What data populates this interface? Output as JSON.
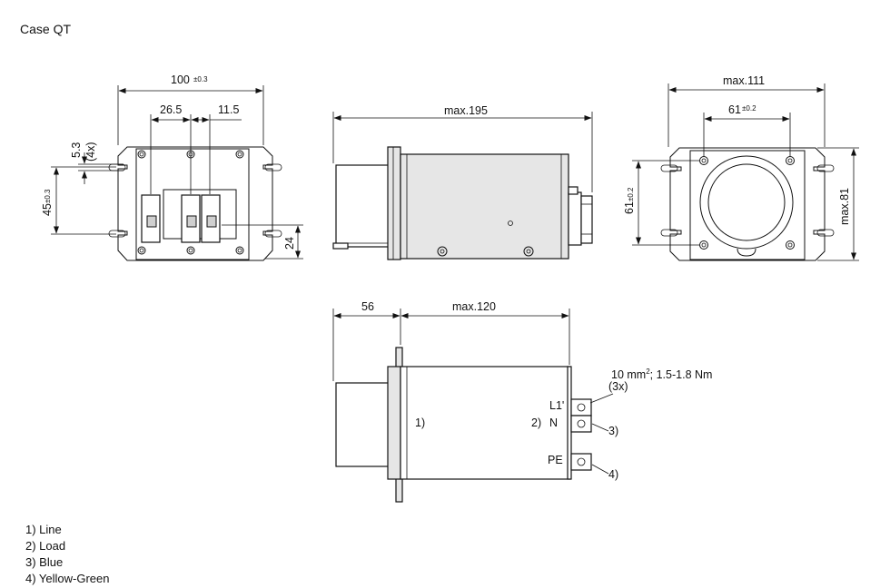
{
  "title": "Case QT",
  "front_view": {
    "width": "100",
    "width_tol": "±0.3",
    "term_spacing_a": "26.5",
    "term_spacing_b": "11.5",
    "slot_width": "5.3",
    "slot_count": "(4x)",
    "hole_pitch": "45",
    "hole_pitch_tol": "±0.3",
    "terminal_height": "24"
  },
  "side_view": {
    "length": "max.195"
  },
  "end_view": {
    "width": "max.111",
    "hole_x": "61",
    "hole_x_tol": "±0.2",
    "hole_y": "61",
    "hole_y_tol": "±0.2",
    "height": "max.81"
  },
  "bottom_view": {
    "flange": "56",
    "length": "max.120",
    "torque_main": "10 mm",
    "torque_sup": "2",
    "torque_rest": "; 1.5-1.8 Nm",
    "torque_count": "(3x)",
    "label_l1": "L1'",
    "label_n": "N",
    "label_pe": "PE",
    "callout_1": "1)",
    "callout_2": "2)",
    "callout_3": "3)",
    "callout_4": "4)"
  },
  "legend": [
    "1) Line",
    "2) Load",
    "3) Blue",
    "4) Yellow-Green"
  ]
}
